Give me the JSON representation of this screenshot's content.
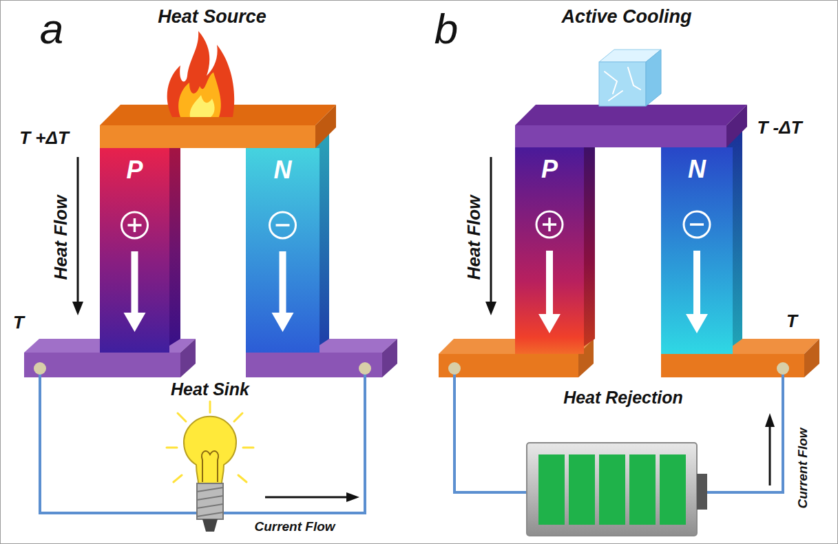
{
  "diagram": {
    "nodes": [
      {
        "text": [
          "P"
        ]
      },
      {
        "text": [
          "N"
        ]
      },
      {
        "text": [
          "P"
        ]
      },
      {
        "text": [
          "N"
        ]
      }
    ],
    "labels": [
      "a",
      "Heat Source",
      "T +ΔT",
      "Heat Flow",
      "T",
      "Heat Sink",
      "Current Flow",
      "b",
      "Active Cooling",
      "T -ΔT",
      "Heat Flow",
      "T",
      "Heat Rejection",
      "Current Flow"
    ]
  }
}
